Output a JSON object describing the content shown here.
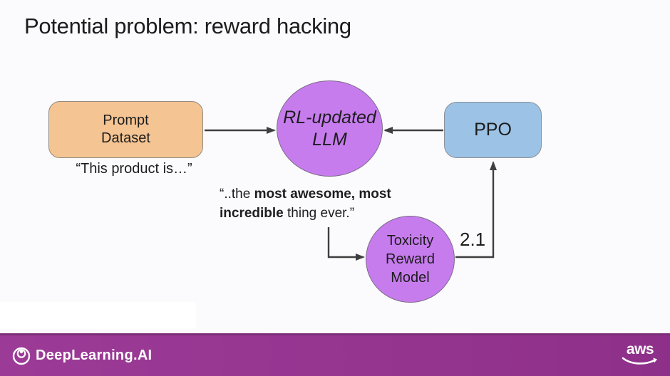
{
  "slide": {
    "title": "Potential problem: reward hacking",
    "background": "#FBFAFC",
    "text_color": "#1c1c1c"
  },
  "diagram": {
    "prompt_box": {
      "lines": [
        "Prompt",
        "Dataset"
      ],
      "fill": "#F5C493"
    },
    "prompt_quote": "“This product is…”",
    "llm_circle": {
      "lines": [
        "RL-updated",
        "LLM"
      ],
      "fill": "#C77CEE"
    },
    "ppo_box": {
      "label": "PPO",
      "fill": "#9CC2E5"
    },
    "output_quote": {
      "segments": [
        {
          "t": "“..the ",
          "b": false
        },
        {
          "t": "most awesome, most incredible",
          "b": true
        },
        {
          "t": " thing ever.”",
          "b": false
        }
      ]
    },
    "toxicity_circle": {
      "lines": [
        "Toxicity",
        "Reward",
        "Model"
      ],
      "fill": "#C77CEE"
    },
    "reward_score": "2.1",
    "arrow_color": "#3F3F3F"
  },
  "footer": {
    "brand": "DeepLearning.AI",
    "aws_label": "aws",
    "background": "#95378F"
  }
}
